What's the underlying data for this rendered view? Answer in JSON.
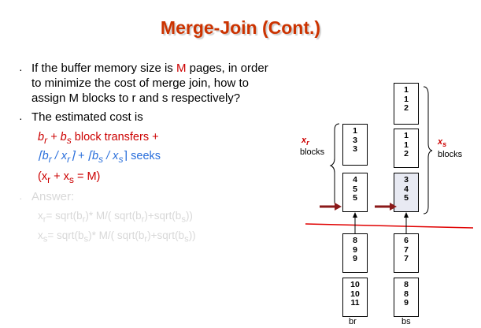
{
  "slide": {
    "title": "Merge-Join (Cont.)",
    "bullet_marker": "·",
    "bullet1": {
      "pre": "If the buffer memory size is ",
      "m": "M",
      "post_line1": " pages, in order",
      "line2": "to minimize the cost of merge join, how to",
      "line3": "assign M blocks to r and s respectively?"
    },
    "bullet2": {
      "text": "The estimated cost is",
      "f1": "b",
      "f1_sub": "r",
      "f2": " + b",
      "f2_sub": "s",
      "f3": "  block transfers  +",
      "f4": "⌈b",
      "f4_sub": "r",
      "f5": " / x",
      "f5_sub": "r",
      "f6": "⌉ + ⌈b",
      "f6_sub": "s",
      "f7": " / x",
      "f7_sub": "s",
      "f8": "⌉  seeks",
      "f9": "(x",
      "f9_sub": "r",
      "f10": "  + x",
      "f10_sub": "s",
      "f11": " = M)"
    },
    "bullet3": {
      "label": "Answer:",
      "line1": "x",
      "line1_sub": "r",
      "line1_rest": "= sqrt(b",
      "line1_sub2": "r",
      "line1_rest2": ")* M/(",
      "line1_rest3": " sqrt(b",
      "line1_sub3": "r",
      "line1_rest4": ")+sqrt(b",
      "line1_sub4": "s",
      "line1_rest5": "))",
      "line2": "x",
      "line2_sub": "s",
      "line2_rest": "= sqrt(b",
      "line2_sub2": "s",
      "line2_rest2": ")* M/(",
      "line2_rest3": " sqrt(b",
      "line2_sub3": "r",
      "line2_rest4": ")+sqrt(b",
      "line2_sub4": "s",
      "line2_rest5": "))"
    }
  },
  "diagram": {
    "xr_label": "x",
    "xr_sub": "r",
    "xr_blocks": "blocks",
    "xs_label": "x",
    "xs_sub": "s",
    "xs_blocks": "blocks",
    "br_label": "br",
    "bs_label": "bs",
    "r_blocks": [
      [
        "1",
        "3",
        "3"
      ],
      [
        "4",
        "5",
        "5"
      ],
      [
        "8",
        "9",
        "9"
      ],
      [
        "10",
        "10",
        "11"
      ]
    ],
    "s_blocks": [
      [
        "1",
        "1",
        "2"
      ],
      [
        "1",
        "1",
        "2"
      ],
      [
        "3",
        "4",
        "5"
      ],
      [
        "6",
        "7",
        "7"
      ],
      [
        "8",
        "8",
        "9"
      ]
    ],
    "colors": {
      "red_line": "#e00000",
      "arrow_red": "#8b1a1a",
      "accent": "#cc3300",
      "highlight": "#e8eaf3"
    }
  }
}
